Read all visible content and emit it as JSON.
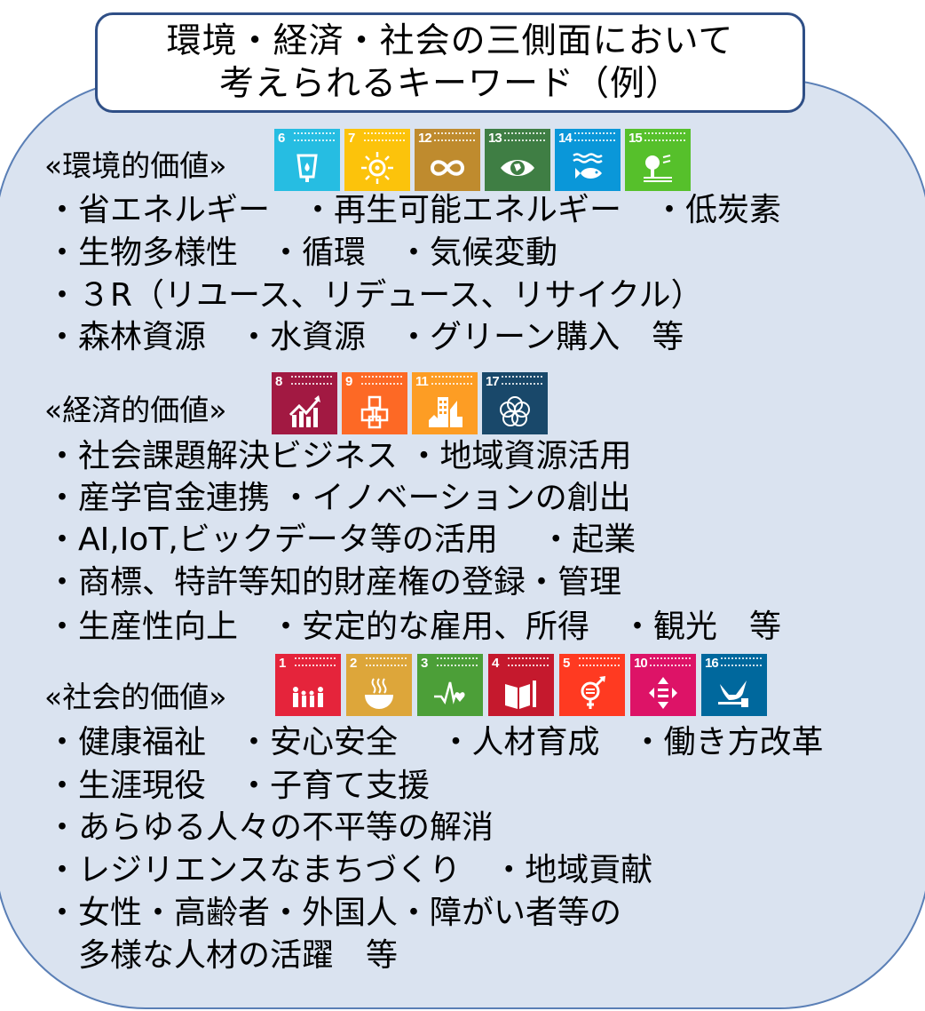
{
  "title": {
    "line1": "環境・経済・社会の三側面において",
    "line2": "考えられるキーワード（例）"
  },
  "colors": {
    "shape_fill": "#dae3f0",
    "shape_border": "#5a7fb6",
    "title_border": "#2f4f86"
  },
  "sections": [
    {
      "heading": "«環境的価値»",
      "sdg_icons": [
        {
          "number": "6",
          "name": "clean-water",
          "color": "#26bde2"
        },
        {
          "number": "7",
          "name": "clean-energy",
          "color": "#fcc30b"
        },
        {
          "number": "12",
          "name": "responsible-consumption",
          "color": "#bf8b2e"
        },
        {
          "number": "13",
          "name": "climate-action",
          "color": "#3f7e44"
        },
        {
          "number": "14",
          "name": "life-below-water",
          "color": "#0a97d9"
        },
        {
          "number": "15",
          "name": "life-on-land",
          "color": "#56c02b"
        }
      ],
      "lines": [
        "・省エネルギー　・再生可能エネルギー　・低炭素",
        "・生物多様性　・循環　・気候変動",
        "・３R（リユース、リデュース、リサイクル）",
        "・森林資源　・水資源　・グリーン購入　等"
      ]
    },
    {
      "heading": "«経済的価値»",
      "sdg_icons": [
        {
          "number": "8",
          "name": "decent-work",
          "color": "#a21942"
        },
        {
          "number": "9",
          "name": "industry-innovation",
          "color": "#fd6925"
        },
        {
          "number": "11",
          "name": "sustainable-cities",
          "color": "#fd9d24"
        },
        {
          "number": "17",
          "name": "partnerships",
          "color": "#19486a"
        }
      ],
      "lines": [
        "・社会課題解決ビジネス ・地域資源活用",
        "・産学官金連携 ・イノベーションの創出",
        "・AI,IoT,ビックデータ等の活用　 ・起業",
        "・商標、特許等知的財産権の登録・管理",
        "・生産性向上　・安定的な雇用、所得　・観光　等"
      ]
    },
    {
      "heading": "«社会的価値»",
      "sdg_icons": [
        {
          "number": "1",
          "name": "no-poverty",
          "color": "#e5243b"
        },
        {
          "number": "2",
          "name": "zero-hunger",
          "color": "#dda63a"
        },
        {
          "number": "3",
          "name": "good-health",
          "color": "#4c9f38"
        },
        {
          "number": "4",
          "name": "quality-education",
          "color": "#c5192d"
        },
        {
          "number": "5",
          "name": "gender-equality",
          "color": "#ff3a21"
        },
        {
          "number": "10",
          "name": "reduced-inequalities",
          "color": "#dd1367"
        },
        {
          "number": "16",
          "name": "peace-justice",
          "color": "#00689d"
        }
      ],
      "lines": [
        "・健康福祉　・安心安全　 ・人材育成　・働き方改革",
        "・生涯現役　・子育て支援",
        "・あらゆる人々の不平等の解消",
        "・レジリエンスなまちづくり　・地域貢献",
        "・女性・高齢者・外国人・障がい者等の",
        "　多様な人材の活躍　等"
      ]
    }
  ]
}
